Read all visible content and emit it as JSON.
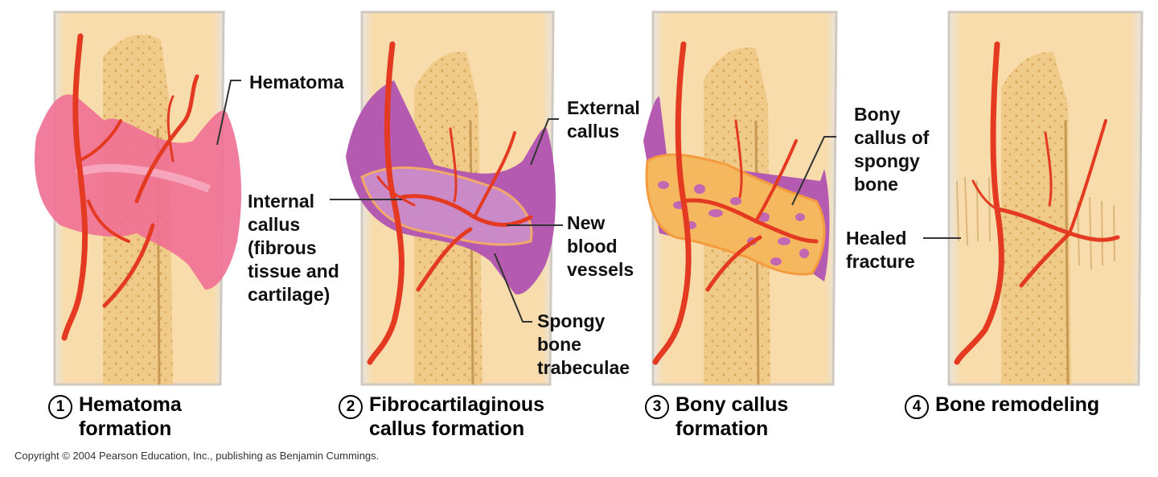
{
  "labels": {
    "hematoma": "Hematoma",
    "internal_callus": "Internal\ncallus\n(fibrous\ntissue and\ncartilage)",
    "external_callus": "External\ncallus",
    "new_blood_vessels": "New\nblood\nvessels",
    "spongy_bone_trabeculae": "Spongy\nbone\ntrabeculae",
    "bony_callus": "Bony\ncallus of\nspongy\nbone",
    "healed_fracture": "Healed\nfracture"
  },
  "stages": [
    {
      "number": "1",
      "title": "Hematoma\nformation"
    },
    {
      "number": "2",
      "title": "Fibrocartilaginous\ncallus formation"
    },
    {
      "number": "3",
      "title": "Bony callus\nformation"
    },
    {
      "number": "4",
      "title": "Bone remodeling"
    }
  ],
  "copyright": "Copyright © 2004 Pearson Education, Inc., publishing as Benjamin Cummings.",
  "colors": {
    "bone_fill": "#f7d9a3",
    "spongy_bone": "#ecc57e",
    "hematoma": "#ef6f93",
    "fibrocartilage": "#b45ab0",
    "bony_callus": "#f5b85e",
    "blood_vessel": "#e43a22"
  }
}
